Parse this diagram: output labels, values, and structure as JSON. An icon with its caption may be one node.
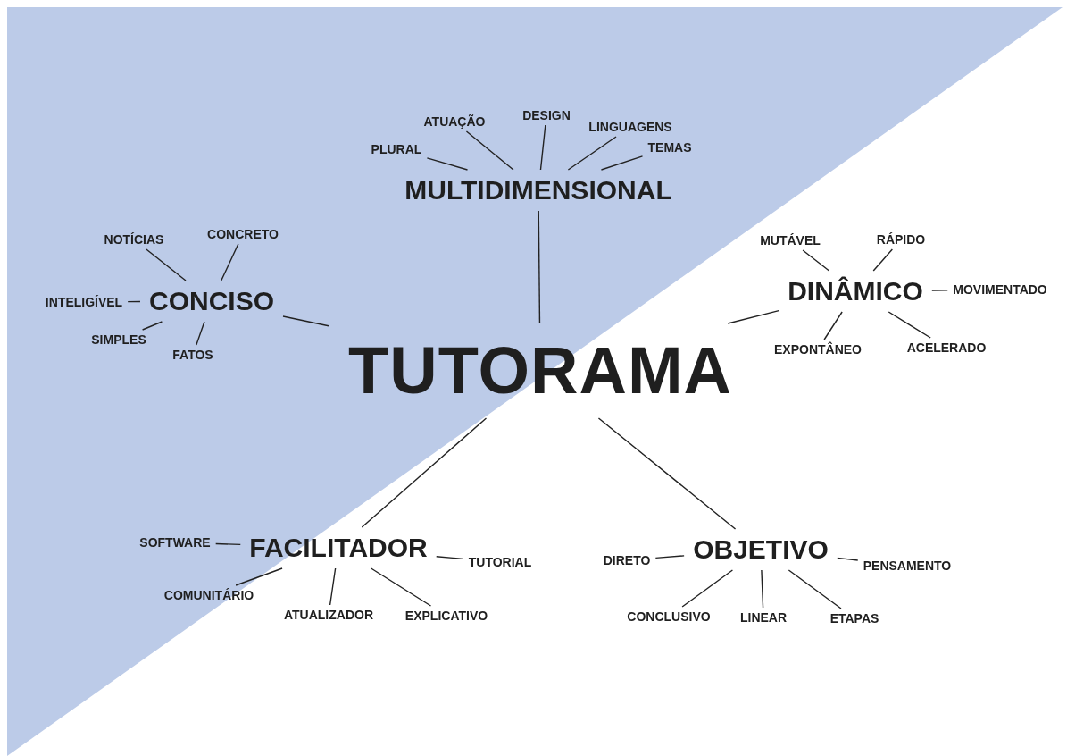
{
  "diagram": {
    "nodes": [
      {
        "text": [
          "TUTORAMA"
        ]
      },
      {
        "text": [
          "MULTIDIMENSIONAL"
        ]
      },
      {
        "text": [
          "PLURAL"
        ]
      },
      {
        "text": [
          "ATUAÇÃO"
        ]
      },
      {
        "text": [
          "DESIGN"
        ]
      },
      {
        "text": [
          "LINGUAGENS"
        ]
      },
      {
        "text": [
          "TEMAS"
        ]
      },
      {
        "text": [
          "CONCISO"
        ]
      },
      {
        "text": [
          "NOTÍCIAS"
        ]
      },
      {
        "text": [
          "CONCRETO"
        ]
      },
      {
        "text": [
          "INTELIGÍVEL"
        ]
      },
      {
        "text": [
          "SIMPLES"
        ]
      },
      {
        "text": [
          "FATOS"
        ]
      },
      {
        "text": [
          "DINÂMICO"
        ]
      },
      {
        "text": [
          "MUTÁVEL"
        ]
      },
      {
        "text": [
          "RÁPIDO"
        ]
      },
      {
        "text": [
          "MOVIMENTADO"
        ]
      },
      {
        "text": [
          "EXPONTÂNEO"
        ]
      },
      {
        "text": [
          "ACELERADO"
        ]
      },
      {
        "text": [
          "FACILITADOR"
        ]
      },
      {
        "text": [
          "SOFTWARE"
        ]
      },
      {
        "text": [
          "COMUNITÁRIO"
        ]
      },
      {
        "text": [
          "ATUALIZADOR"
        ]
      },
      {
        "text": [
          "EXPLICATIVO"
        ]
      },
      {
        "text": [
          "TUTORIAL"
        ]
      },
      {
        "text": [
          "OBJETIVO"
        ]
      },
      {
        "text": [
          "DIRETO"
        ]
      },
      {
        "text": [
          "CONCLUSIVO"
        ]
      },
      {
        "text": [
          "LINEAR"
        ]
      },
      {
        "text": [
          "ETAPAS"
        ]
      },
      {
        "text": [
          "PENSAMENTO"
        ]
      }
    ],
    "edges": [
      {
        "from": 0,
        "to": 1,
        "arrow": "none"
      },
      {
        "from": 0,
        "to": 7,
        "arrow": "none"
      },
      {
        "from": 0,
        "to": 13,
        "arrow": "none"
      },
      {
        "from": 0,
        "to": 19,
        "arrow": "none"
      },
      {
        "from": 0,
        "to": 25,
        "arrow": "none"
      },
      {
        "from": 1,
        "to": 2,
        "arrow": "none"
      },
      {
        "from": 1,
        "to": 3,
        "arrow": "none"
      },
      {
        "from": 1,
        "to": 4,
        "arrow": "none"
      },
      {
        "from": 1,
        "to": 5,
        "arrow": "none"
      },
      {
        "from": 1,
        "to": 6,
        "arrow": "none"
      },
      {
        "from": 7,
        "to": 8,
        "arrow": "none"
      },
      {
        "from": 7,
        "to": 9,
        "arrow": "none"
      },
      {
        "from": 7,
        "to": 10,
        "arrow": "none"
      },
      {
        "from": 7,
        "to": 11,
        "arrow": "none"
      },
      {
        "from": 7,
        "to": 12,
        "arrow": "none"
      },
      {
        "from": 13,
        "to": 14,
        "arrow": "none"
      },
      {
        "from": 13,
        "to": 15,
        "arrow": "none"
      },
      {
        "from": 13,
        "to": 16,
        "arrow": "none"
      },
      {
        "from": 13,
        "to": 17,
        "arrow": "none"
      },
      {
        "from": 13,
        "to": 18,
        "arrow": "none"
      },
      {
        "from": 19,
        "to": 20,
        "arrow": "none"
      },
      {
        "from": 19,
        "to": 21,
        "arrow": "none"
      },
      {
        "from": 19,
        "to": 22,
        "arrow": "none"
      },
      {
        "from": 19,
        "to": 23,
        "arrow": "none"
      },
      {
        "from": 19,
        "to": 24,
        "arrow": "none"
      },
      {
        "from": 25,
        "to": 26,
        "arrow": "none"
      },
      {
        "from": 25,
        "to": 27,
        "arrow": "none"
      },
      {
        "from": 25,
        "to": 28,
        "arrow": "none"
      },
      {
        "from": 25,
        "to": 29,
        "arrow": "none"
      },
      {
        "from": 25,
        "to": 30,
        "arrow": "none"
      }
    ]
  }
}
